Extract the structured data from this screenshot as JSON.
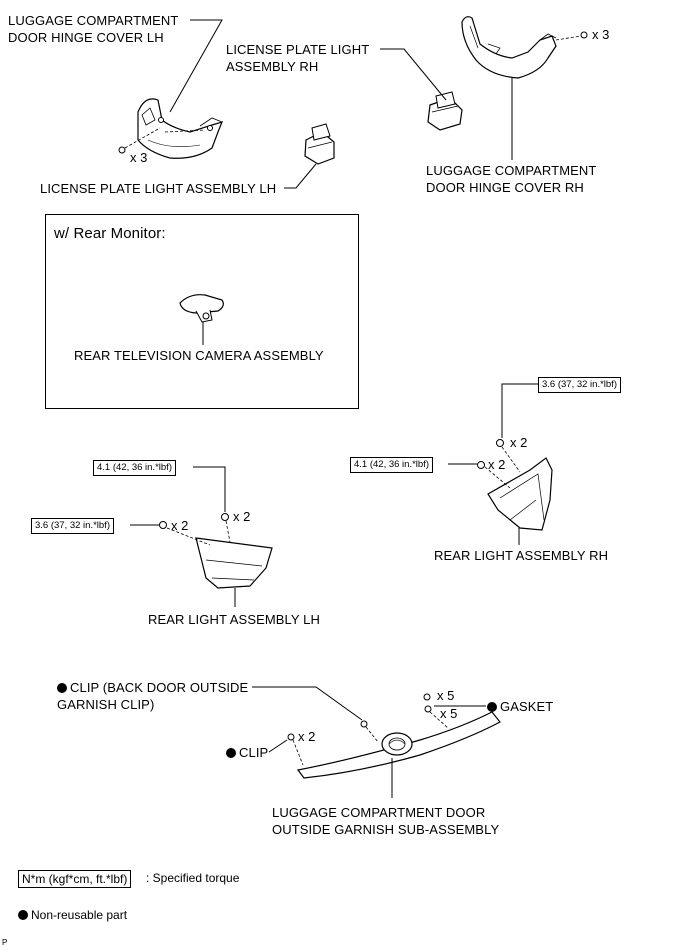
{
  "parts": {
    "hinge_cover_lh": "LUGGAGE COMPARTMENT\nDOOR HINGE COVER LH",
    "license_light_rh": "LICENSE PLATE LIGHT\nASSEMBLY RH",
    "hinge_cover_rh": "LUGGAGE COMPARTMENT\nDOOR HINGE COVER RH",
    "license_light_lh": "LICENSE PLATE LIGHT ASSEMBLY LH",
    "rear_monitor_title": "w/ Rear Monitor:",
    "camera": "REAR TELEVISION CAMERA ASSEMBLY",
    "rear_light_rh": "REAR LIGHT ASSEMBLY RH",
    "rear_light_lh": "REAR LIGHT ASSEMBLY LH",
    "clip_garnish": "CLIP (BACK DOOR OUTSIDE\nGARNISH CLIP)",
    "gasket": "GASKET",
    "clip": "CLIP",
    "garnish": "LUGGAGE COMPARTMENT DOOR\nOUTSIDE GARNISH SUB-ASSEMBLY"
  },
  "quantities": {
    "hinge_rh_screws": "x 3",
    "hinge_lh_screws": "x 3",
    "rh_upper_nuts": "x 2",
    "rh_side_nuts": "x 2",
    "lh_upper_nuts": "x 2",
    "lh_side_nuts": "x 2",
    "garnish_nuts": "x 5",
    "gaskets": "x 5",
    "clips": "x 2"
  },
  "torques": {
    "rh_upper": "3.6 (37, 32 in.*lbf)",
    "rh_side": "4.1 (42, 36 in.*lbf)",
    "lh_upper": "4.1 (42, 36 in.*lbf)",
    "lh_side": "3.6 (37, 32 in.*lbf)"
  },
  "legend": {
    "torque_unit": "N*m (kgf*cm, ft.*lbf)",
    "torque_desc": ": Specified torque",
    "nonreusable": "Non-reusable part"
  },
  "figure_code": "P"
}
